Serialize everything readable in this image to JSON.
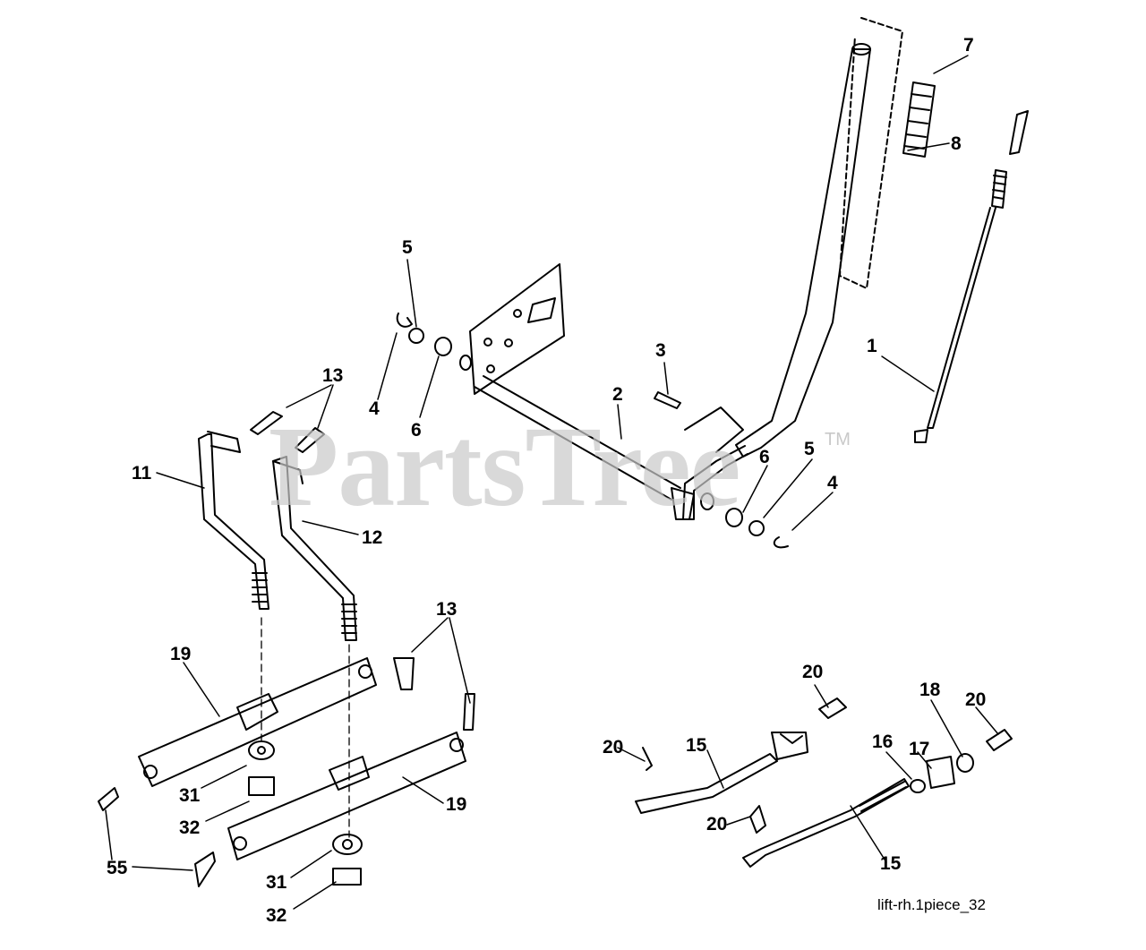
{
  "diagram": {
    "watermark": "PartsTree",
    "trademark": "TM",
    "caption": "lift-rh.1piece_32",
    "callouts": {
      "c1": "1",
      "c2": "2",
      "c3": "3",
      "c4a": "4",
      "c4b": "4",
      "c5a": "5",
      "c5b": "5",
      "c6a": "6",
      "c6b": "6",
      "c7": "7",
      "c8": "8",
      "c11": "11",
      "c12": "12",
      "c13a": "13",
      "c13b": "13",
      "c15a": "15",
      "c15b": "15",
      "c16": "16",
      "c17": "17",
      "c18": "18",
      "c19a": "19",
      "c19b": "19",
      "c20a": "20",
      "c20b": "20",
      "c20c": "20",
      "c20d": "20",
      "c31a": "31",
      "c31b": "31",
      "c32a": "32",
      "c32b": "32",
      "c55": "55"
    }
  }
}
